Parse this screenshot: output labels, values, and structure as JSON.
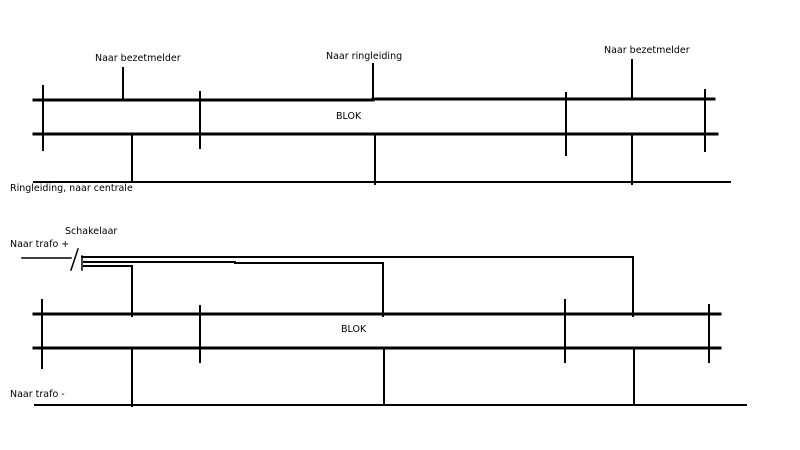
{
  "diagram1": {
    "label_left_detector": "Naar bezetmelder",
    "label_ring": "Naar ringleiding",
    "label_right_detector": "Naar bezetmelder",
    "label_block": "BLOK",
    "label_bottom_wire": "Ringleiding, naar centrale"
  },
  "diagram2": {
    "label_switch": "Schakelaar",
    "label_trafo_plus": "Naar trafo +",
    "label_block": "BLOK",
    "label_trafo_minus": "Naar trafo -"
  },
  "colors": {
    "line": "#000000",
    "background": "#ffffff"
  }
}
